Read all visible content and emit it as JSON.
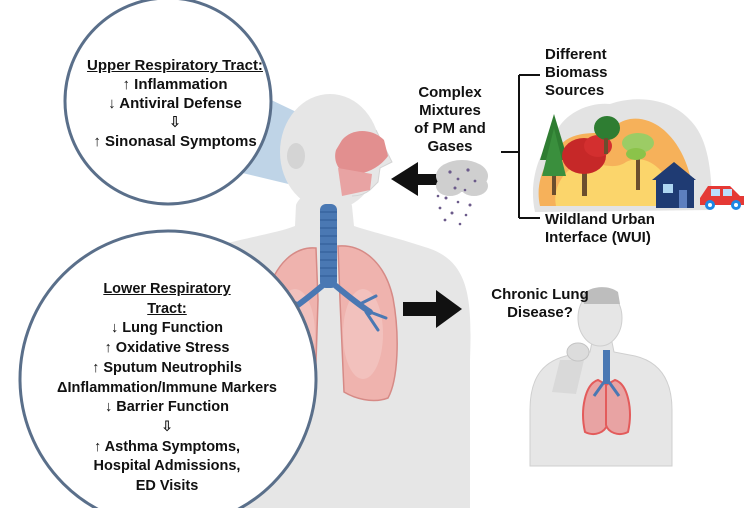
{
  "upper_tract": {
    "title": "Upper Respiratory Tract:",
    "effects": [
      "↑ Inflammation",
      "↓ Antiviral Defense",
      "⇩",
      "↑ Sinonasal Symptoms"
    ]
  },
  "lower_tract": {
    "title_line1": "Lower Respiratory",
    "title_line2": "Tract:",
    "effects": [
      "↓ Lung Function",
      "↑ Oxidative Stress",
      "↑ Sputum Neutrophils",
      "ΔInflammation/Immune Markers",
      "↓ Barrier Function",
      "⇩",
      "↑ Asthma Symptoms,",
      "Hospital Admissions,",
      "ED Visits"
    ]
  },
  "smoke_exposure": {
    "label_lines": [
      "Complex",
      "Mixtures",
      "of PM and",
      "Gases"
    ]
  },
  "sources": {
    "biomass_lines": [
      "Different",
      "Biomass",
      "Sources"
    ],
    "wui_lines": [
      "Wildland Urban",
      "Interface (WUI)"
    ]
  },
  "outcome": {
    "label_lines": [
      "Chronic Lung",
      "Disease?"
    ]
  },
  "colors": {
    "skin": "#e6e6e6",
    "skin_shade": "#d4d4d4",
    "lung": "#efb3ae",
    "airway": "#4a78b3",
    "nasal": "#e28f8f",
    "callout": "#a9c6df",
    "circle_border": "#5a6f8a",
    "arrow": "#111111",
    "fire": "#f6b15a",
    "smoke": "#cfcfcf",
    "house": "#1f3b73",
    "car": "#e53935"
  }
}
